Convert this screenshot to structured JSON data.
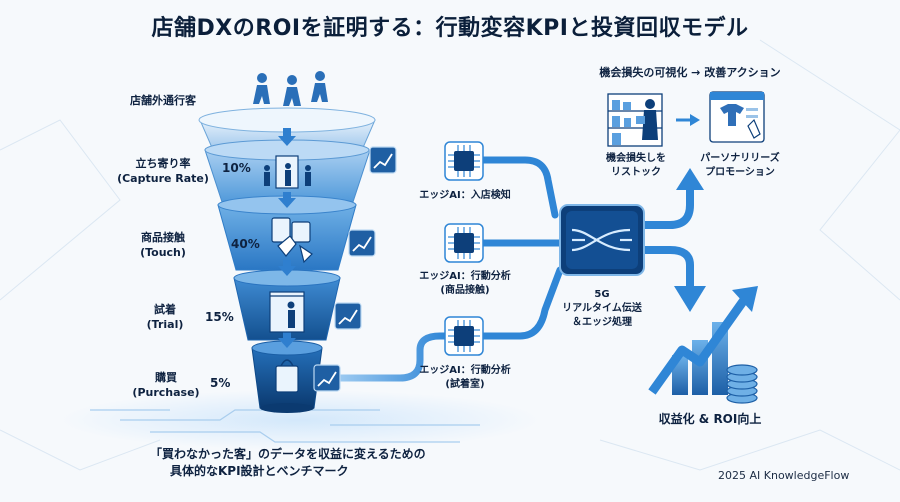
{
  "title": "店舗DXのROIを証明する：行動変容KPIと投資回収モデル",
  "funnel": {
    "top_label": "店舗外通行客",
    "stages": [
      {
        "label": "立ち寄り率",
        "sublabel": "(Capture Rate)",
        "percent": "10%"
      },
      {
        "label": "商品接触",
        "sublabel": "(Touch)",
        "percent": "40%"
      },
      {
        "label": "試着",
        "sublabel": "(Trial)",
        "percent": "15%"
      },
      {
        "label": "購買",
        "sublabel": "(Purchase)",
        "percent": "5%"
      }
    ]
  },
  "edge_ai": [
    {
      "line1": "エッジAI：入店検知",
      "line2": ""
    },
    {
      "line1": "エッジAI：行動分析",
      "line2": "(商品接触)"
    },
    {
      "line1": "エッジAI：行動分析",
      "line2": "(試着室)"
    }
  ],
  "hub": {
    "line1": "5G",
    "line2": "リアルタイム伝送",
    "line3": "＆エッジ処理"
  },
  "action": {
    "heading": "機会損失の可視化 → 改善アクション",
    "left_line1": "機会損失しを",
    "left_line2": "リストック",
    "right_line1": "パーソナリリーズ",
    "right_line2": "プロモーション"
  },
  "roi_label": "収益化 & ROI向上",
  "bottom_text": {
    "line1": "「買わなかった客」のデータを収益に変えるための",
    "line2": "具体的なKPI設計とベンチマーク"
  },
  "credit": "2025 AI KnowledgeFlow",
  "colors": {
    "accent": "#2f86d6",
    "dark": "#0d3f7a",
    "light": "#cfe4f7"
  }
}
